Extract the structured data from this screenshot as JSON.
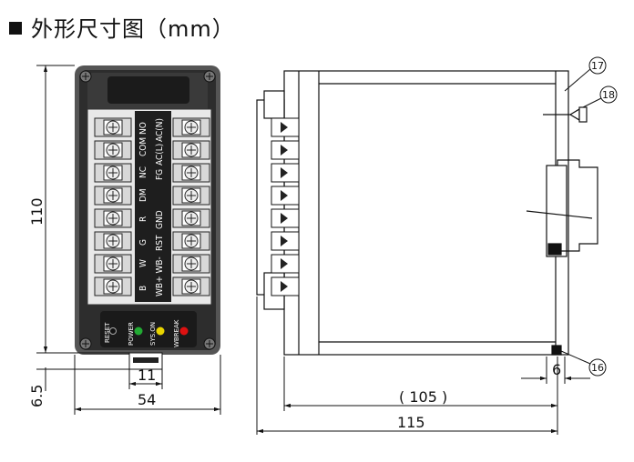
{
  "title": "外形尺寸图（mm）",
  "dimensions": {
    "height_110": "110",
    "offset_6_5": "6.5",
    "width_11": "11",
    "width_54": "54",
    "side_6": "6",
    "depth_105": "( 105 )",
    "depth_115": "115"
  },
  "terminal_labels_left": [
    "B",
    "W",
    "G",
    "R",
    "DM",
    "NC",
    "COM",
    "NO"
  ],
  "terminal_labels_right": [
    "WB+ WB-",
    "WB+ WB-",
    "RST",
    "GND",
    "",
    "FG",
    "AC(L)",
    "AC(N)"
  ],
  "led_labels": [
    "RESET",
    "POWER",
    "SYS.ON",
    "WBREAK"
  ],
  "led_colors": {
    "power": "#22aa33",
    "sys_on": "#e8d400",
    "wbreak": "#dd1111"
  },
  "callouts": {
    "c16": "16",
    "c17": "17",
    "c18": "18"
  }
}
